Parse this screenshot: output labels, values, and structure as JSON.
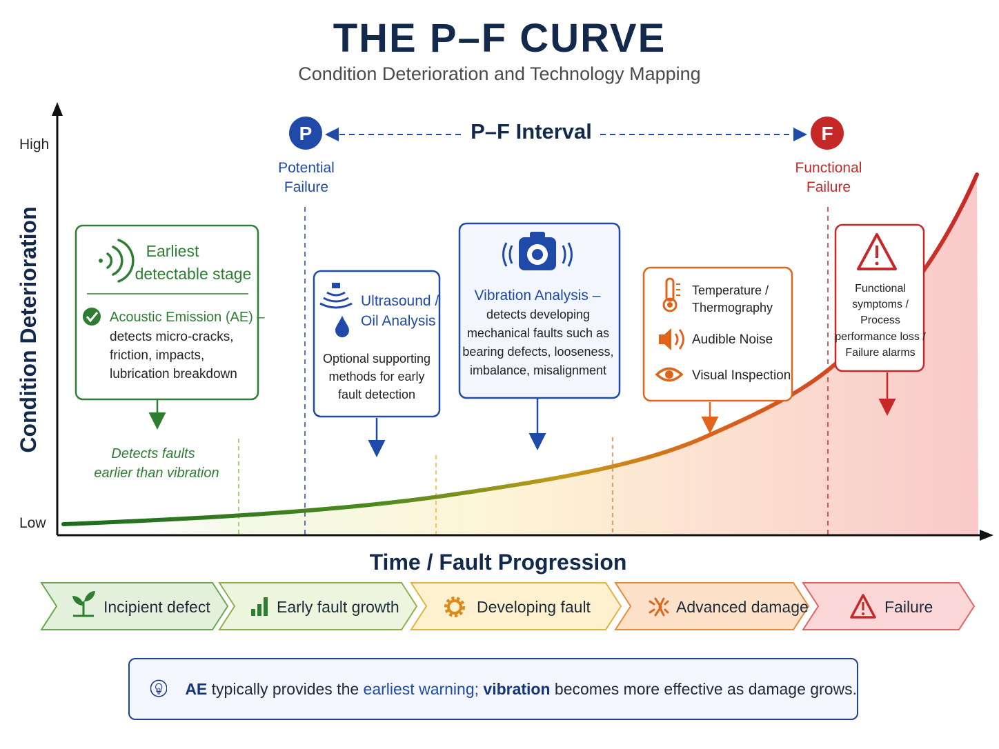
{
  "header": {
    "title": "THE P–F CURVE",
    "subtitle": "Condition Deterioration and Technology Mapping"
  },
  "axes": {
    "y_label": "Condition Deterioration",
    "y_high": "High",
    "y_low": "Low",
    "x_label": "Time / Fault Progression"
  },
  "markers": {
    "p_letter": "P",
    "p_label_line1": "Potential",
    "p_label_line2": "Failure",
    "f_letter": "F",
    "f_label_line1": "Functional",
    "f_label_line2": "Failure",
    "interval_label": "P–F Interval"
  },
  "callouts": {
    "ae": {
      "heading_line1": "Earliest",
      "heading_line2": "detectable stage",
      "title": "Acoustic Emission (AE) –",
      "lines": [
        "detects micro-cracks,",
        "friction, impacts,",
        "lubrication breakdown"
      ],
      "note_line1": "Detects faults",
      "note_line2": "earlier than vibration",
      "icon": "sound-waves-icon",
      "color": "#2e7d32"
    },
    "ultrasound": {
      "title_line1": "Ultrasound /",
      "title_line2": "Oil Analysis",
      "lines": [
        "Optional supporting",
        "methods for early",
        "fault detection"
      ],
      "icon": "ultrasound-oil-icon",
      "color": "#1f4aa8"
    },
    "vibration": {
      "title": "Vibration Analysis –",
      "lines": [
        "detects developing",
        "mechanical faults such as",
        "bearing defects, looseness,",
        "imbalance, misalignment"
      ],
      "icon": "vibration-sensor-icon",
      "color": "#1f4aa8"
    },
    "senses": {
      "temp_line1": "Temperature /",
      "temp_line2": "Thermography",
      "noise": "Audible Noise",
      "visual": "Visual Inspection",
      "icons": [
        "thermometer-icon",
        "speaker-icon",
        "eye-icon"
      ],
      "color": "#e0641b"
    },
    "failure": {
      "lines": [
        "Functional",
        "symptoms /",
        "Process",
        "performance loss /",
        "Failure alarms"
      ],
      "icon": "warning-icon",
      "color": "#c62828"
    }
  },
  "stages": [
    {
      "label": "Incipient defect",
      "icon": "sprout-icon",
      "fill": "#e3f1dc",
      "stroke": "#6aa84f"
    },
    {
      "label": "Early fault growth",
      "icon": "bar-chart-icon",
      "fill": "#eef5de",
      "stroke": "#8db24a"
    },
    {
      "label": "Developing fault",
      "icon": "gear-icon",
      "fill": "#fdf1cf",
      "stroke": "#e3b23c"
    },
    {
      "label": "Advanced damage",
      "icon": "burst-icon",
      "fill": "#fde1c8",
      "stroke": "#e88a3c"
    },
    {
      "label": "Failure",
      "icon": "warning-icon",
      "fill": "#fbd6d6",
      "stroke": "#e06464"
    }
  ],
  "footer_note": {
    "icon": "lightbulb-icon",
    "part1": "AE",
    "part2": " typically provides the ",
    "part3": "earliest warning;",
    "part4": " vibration",
    "part5": " becomes more effective as damage grows."
  }
}
